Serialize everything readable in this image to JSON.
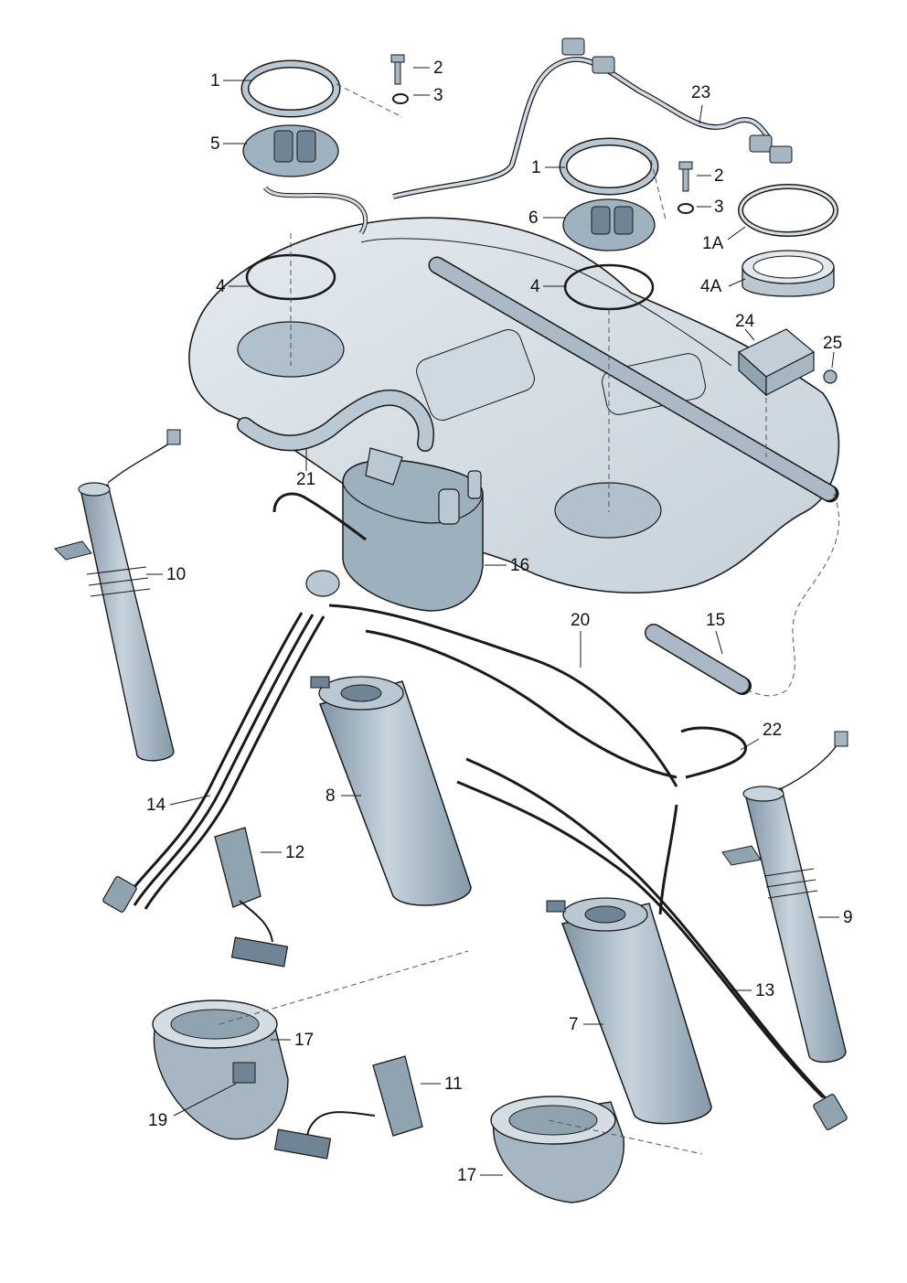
{
  "diagram": {
    "part_labels": [
      {
        "id": "p1a",
        "text": "1"
      },
      {
        "id": "p2a",
        "text": "2"
      },
      {
        "id": "p3a",
        "text": "3"
      },
      {
        "id": "p5",
        "text": "5"
      },
      {
        "id": "p4a",
        "text": "4"
      },
      {
        "id": "p23",
        "text": "23"
      },
      {
        "id": "p1b",
        "text": "1"
      },
      {
        "id": "p2b",
        "text": "2"
      },
      {
        "id": "p3b",
        "text": "3"
      },
      {
        "id": "p6",
        "text": "6"
      },
      {
        "id": "p1A",
        "text": "1A"
      },
      {
        "id": "p4b",
        "text": "4"
      },
      {
        "id": "p4A",
        "text": "4A"
      },
      {
        "id": "p24",
        "text": "24"
      },
      {
        "id": "p25",
        "text": "25"
      },
      {
        "id": "p21",
        "text": "21"
      },
      {
        "id": "p10",
        "text": "10"
      },
      {
        "id": "p16",
        "text": "16"
      },
      {
        "id": "p20",
        "text": "20"
      },
      {
        "id": "p15",
        "text": "15"
      },
      {
        "id": "p22",
        "text": "22"
      },
      {
        "id": "p8",
        "text": "8"
      },
      {
        "id": "p14",
        "text": "14"
      },
      {
        "id": "p12",
        "text": "12"
      },
      {
        "id": "p9",
        "text": "9"
      },
      {
        "id": "p13",
        "text": "13"
      },
      {
        "id": "p7",
        "text": "7"
      },
      {
        "id": "p17a",
        "text": "17"
      },
      {
        "id": "p11",
        "text": "11"
      },
      {
        "id": "p19",
        "text": "19"
      },
      {
        "id": "p17b",
        "text": "17"
      }
    ],
    "colors": {
      "line": "#1a1a1a",
      "tank_fill": "#d7dfe6",
      "part_fill": "#b9c8d3",
      "part_dark": "#8fa3b1"
    }
  }
}
